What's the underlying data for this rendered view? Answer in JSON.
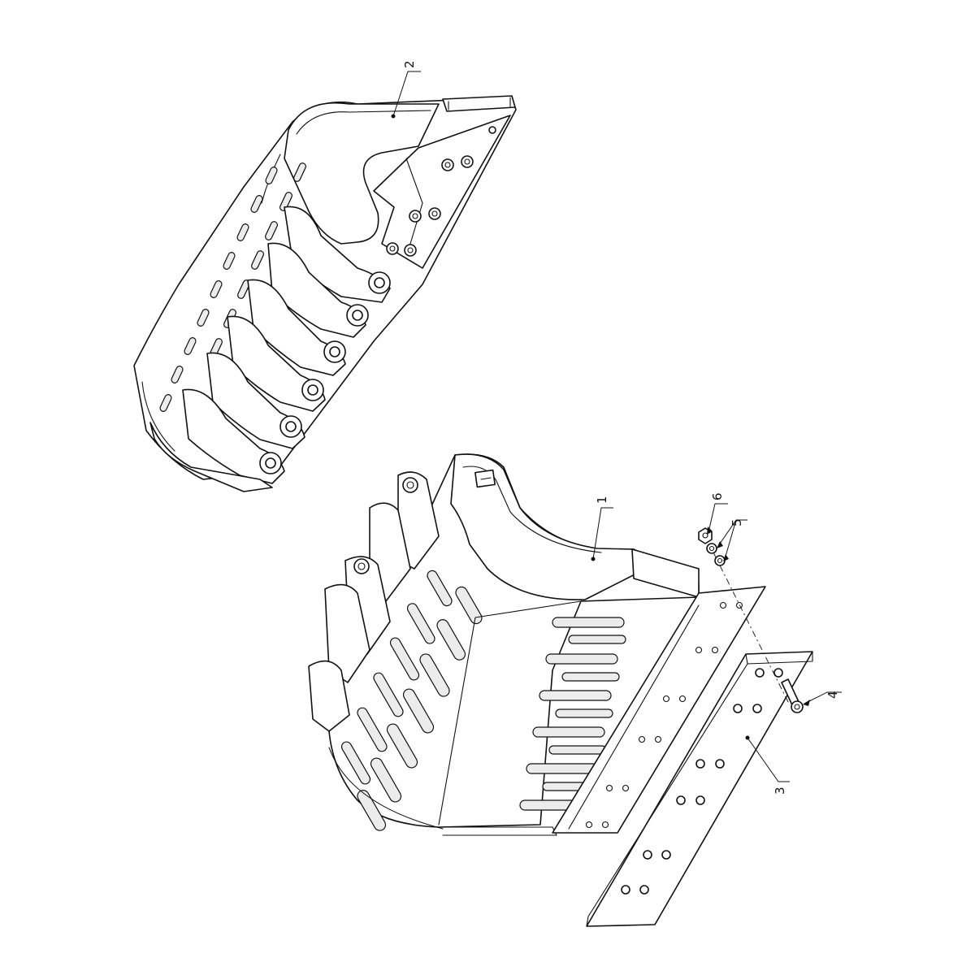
{
  "callouts": [
    {
      "id": "1",
      "text": "1"
    },
    {
      "id": "2",
      "text": "2"
    },
    {
      "id": "3",
      "text": "3"
    },
    {
      "id": "4",
      "text": "4"
    },
    {
      "id": "5",
      "text": "5"
    },
    {
      "id": "6",
      "text": "6"
    }
  ],
  "colors": {
    "line": "#111111",
    "background": "#ffffff"
  }
}
